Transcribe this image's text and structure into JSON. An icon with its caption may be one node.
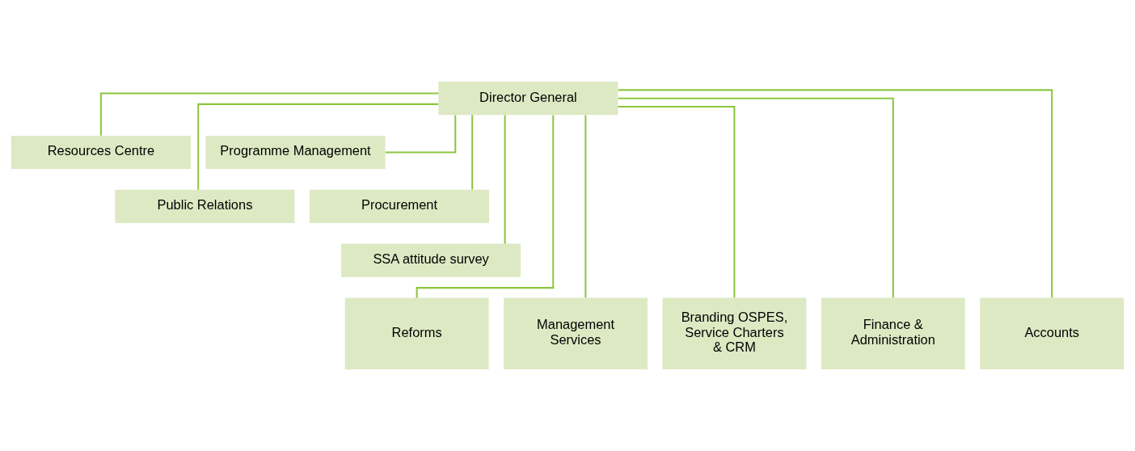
{
  "diagram": {
    "nodes": [
      {
        "text": [
          "Director General"
        ]
      },
      {
        "text": [
          "Resources Centre"
        ]
      },
      {
        "text": [
          "Programme Management"
        ]
      },
      {
        "text": [
          "Public Relations"
        ]
      },
      {
        "text": [
          "Procurement"
        ]
      },
      {
        "text": [
          "SSA attitude survey"
        ]
      },
      {
        "text": [
          "Reforms"
        ]
      },
      {
        "text": [
          "Management Services"
        ]
      },
      {
        "text": [
          "Branding OSPES, Service Charters & CRM"
        ]
      },
      {
        "text": [
          "Finance & Administration"
        ]
      },
      {
        "text": [
          "Accounts"
        ]
      }
    ],
    "edges": [
      {
        "from": 0,
        "to": 1,
        "arrow": "none"
      },
      {
        "from": 0,
        "to": 2,
        "arrow": "none"
      },
      {
        "from": 0,
        "to": 3,
        "arrow": "none"
      },
      {
        "from": 0,
        "to": 4,
        "arrow": "none"
      },
      {
        "from": 0,
        "to": 5,
        "arrow": "none"
      },
      {
        "from": 0,
        "to": 6,
        "arrow": "none"
      },
      {
        "from": 0,
        "to": 7,
        "arrow": "none"
      },
      {
        "from": 0,
        "to": 8,
        "arrow": "none"
      },
      {
        "from": 0,
        "to": 9,
        "arrow": "none"
      },
      {
        "from": 0,
        "to": 10,
        "arrow": "none"
      }
    ]
  }
}
